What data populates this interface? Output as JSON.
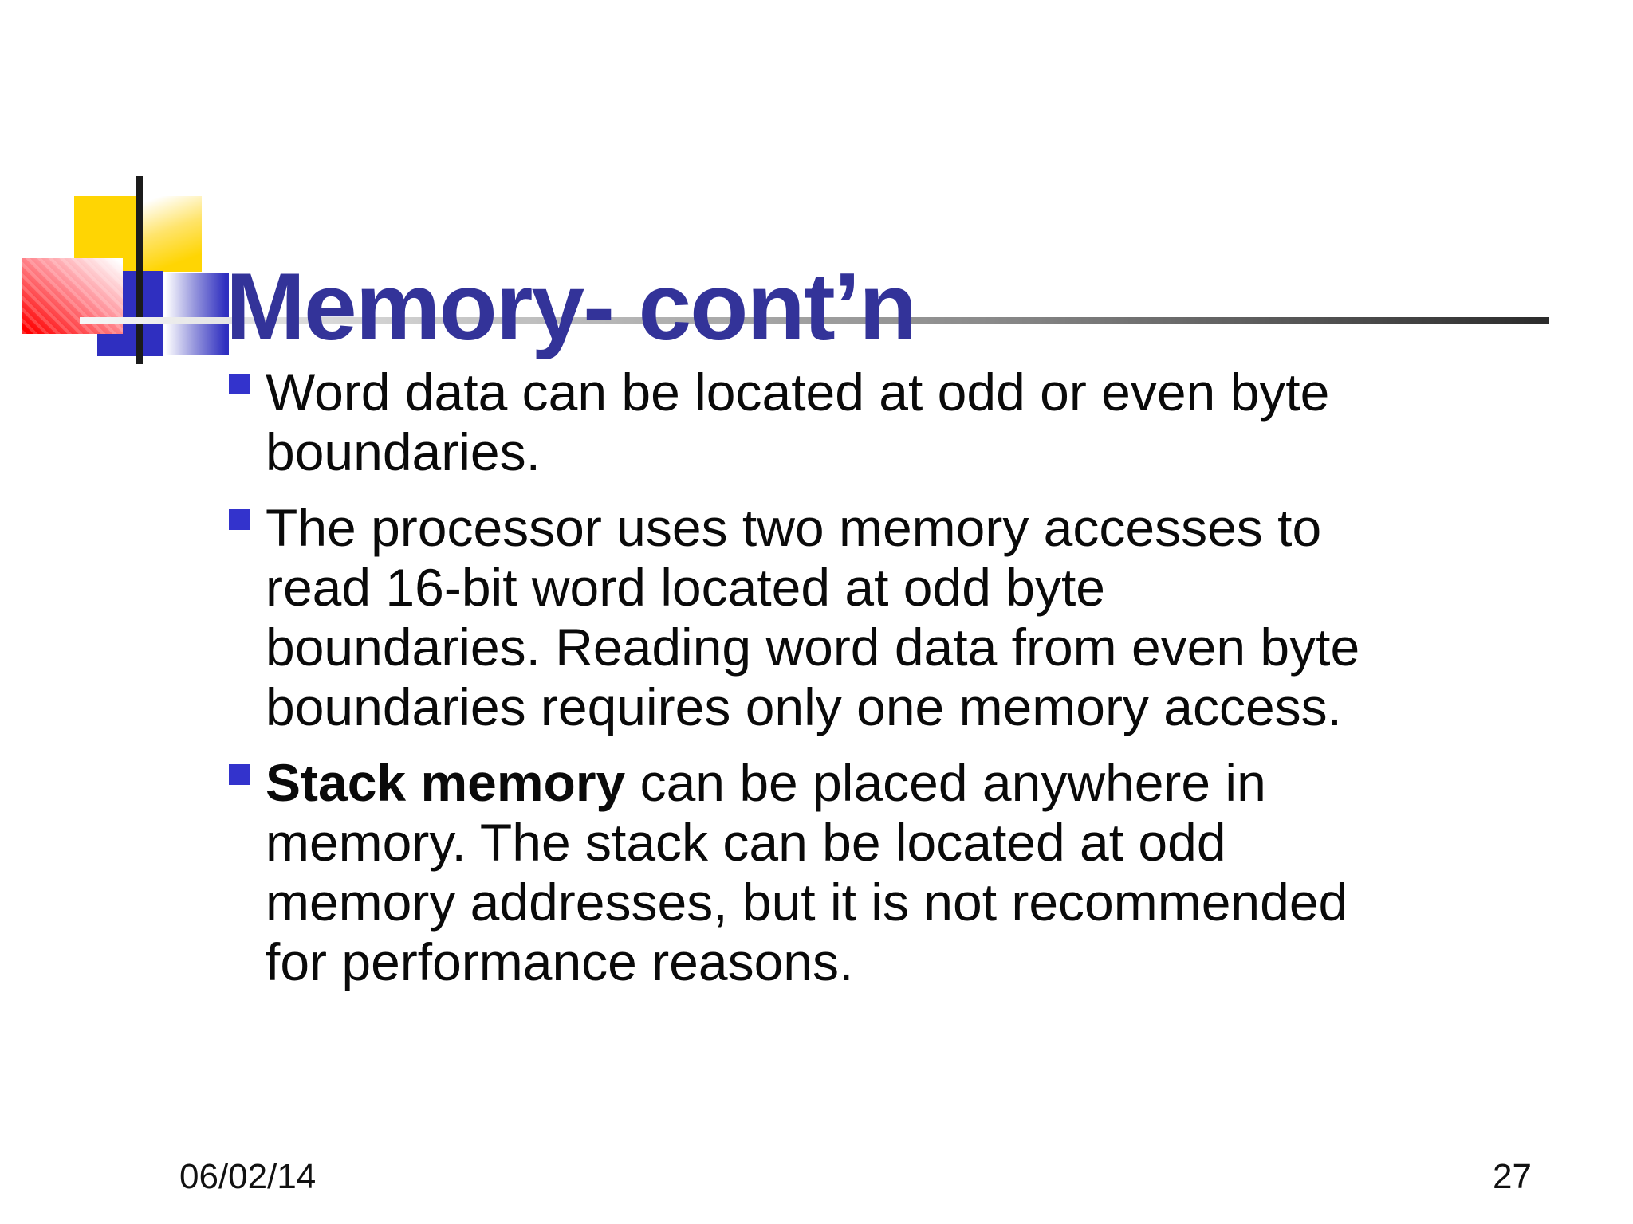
{
  "slide": {
    "title": "Memory- cont’n",
    "bullets": [
      {
        "text": "Word data can be located at odd or even byte\nboundaries."
      },
      {
        "text": "The processor uses two memory accesses to\nread 16-bit word located at odd byte\nboundaries. Reading word data from even byte\nboundaries requires only one memory access."
      },
      {
        "bold_lead": "Stack memory",
        "text": " can be placed anywhere in\nmemory. The stack can be located at odd\nmemory addresses, but it is not recommended\nfor performance reasons."
      }
    ],
    "footer": {
      "date": "06/02/14",
      "page_number": "27"
    },
    "colors": {
      "title": "#333399",
      "bullet_square": "#3333cc",
      "logo_yellow": "#ffd503",
      "logo_red": "#ff0000",
      "logo_blue": "#2f2fc0",
      "rule_dark": "#2b2b2b"
    }
  }
}
